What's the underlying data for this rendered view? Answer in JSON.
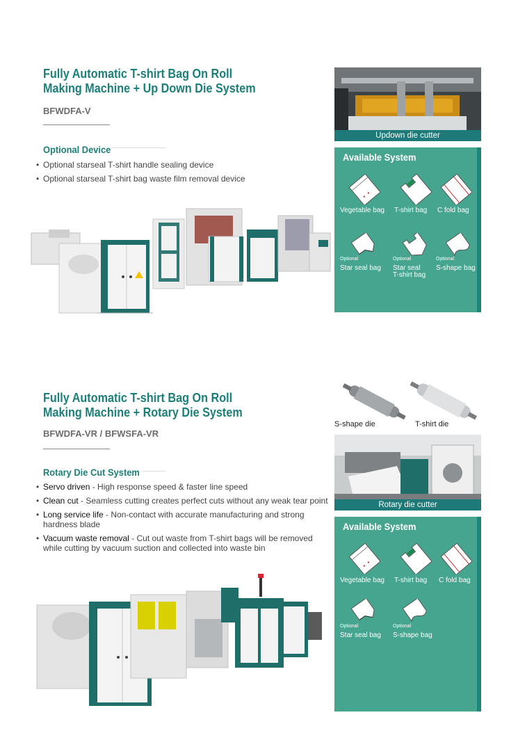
{
  "section1": {
    "title_line1": "Fully Automatic T-shirt Bag On Roll",
    "title_line2": "Making Machine + Up Down Die System",
    "model": "BFWDFA-V",
    "subhead": "Optional Device",
    "bullets": [
      "Optional starseal T-shirt handle sealing device",
      "Optional starseal T-shirt bag waste film removal device"
    ],
    "photo_caption": "Updown die cutter",
    "system": {
      "title": "Available System",
      "bags": [
        {
          "label": "Vegetable bag",
          "optional": ""
        },
        {
          "label": "T-shirt bag",
          "optional": ""
        },
        {
          "label": "C fold bag",
          "optional": ""
        },
        {
          "label": "Star seal bag",
          "optional": "Optional"
        },
        {
          "label": "Star seal",
          "label2": "T-shirt bag",
          "optional": "Optional"
        },
        {
          "label": "S-shape bag",
          "optional": "Optional"
        }
      ]
    }
  },
  "section2": {
    "title_line1": "Fully Automatic T-shirt Bag On Roll",
    "title_line2": "Making Machine + Rotary Die System",
    "model": "BFWDFA-VR / BFWSFA-VR",
    "subhead": "Rotary Die Cut System",
    "bullets": [
      {
        "lead": "Servo driven",
        "rest": " - High response speed & faster line speed"
      },
      {
        "lead": "Clean cut",
        "rest": " - Seamless cutting creates perfect cuts without any weak tear point"
      },
      {
        "lead": "Long service life",
        "rest": " - Non-contact with accurate manufacturing and strong hardness blade"
      },
      {
        "lead": "Vacuum waste removal",
        "rest": " - Cut out waste from T-shirt bags will be removed while cutting by vacuum suction and collected into waste bin"
      }
    ],
    "rollers": {
      "left_label": "S-shape die",
      "right_label": "T-shirt die"
    },
    "photo_caption": "Rotary die cutter",
    "system": {
      "title": "Available System",
      "bags": [
        {
          "label": "Vegetable bag",
          "optional": ""
        },
        {
          "label": "T-shirt bag",
          "optional": ""
        },
        {
          "label": "C fold bag",
          "optional": ""
        },
        {
          "label": "Star seal bag",
          "optional": "Optional"
        },
        {
          "label": "S-shape bag",
          "optional": "Optional"
        }
      ]
    }
  },
  "colors": {
    "title_teal": "#1d7f7a",
    "panel_green": "#45a58f",
    "panel_edge": "#1e8579",
    "caption_bar": "#1e7a78",
    "machine_teal": "#1f6e6a"
  }
}
